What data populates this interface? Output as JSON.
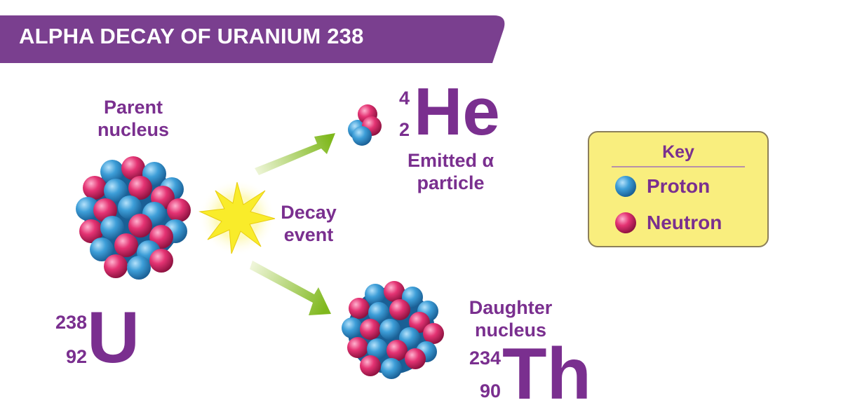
{
  "title": "ALPHA DECAY OF URANIUM 238",
  "colors": {
    "banner": "#7a3f8f",
    "text": "#7a2f8f",
    "proton": "#2e8fce",
    "neutron": "#e0306a",
    "arrow": "#7fb81d",
    "star": "#f9ec2a",
    "key_bg": "#f9ee7e"
  },
  "parent": {
    "label_line1": "Parent",
    "label_line2": "nucleus",
    "mass": "238",
    "atomic": "92",
    "symbol": "U"
  },
  "decay": {
    "label_line1": "Decay",
    "label_line2": "event"
  },
  "alpha": {
    "mass": "4",
    "atomic": "2",
    "symbol": "He",
    "label_line1": "Emitted α",
    "label_line2": "particle"
  },
  "daughter": {
    "label_line1": "Daughter",
    "label_line2": "nucleus",
    "mass": "234",
    "atomic": "90",
    "symbol": "Th"
  },
  "key": {
    "title": "Key",
    "proton_label": "Proton",
    "neutron_label": "Neutron"
  }
}
